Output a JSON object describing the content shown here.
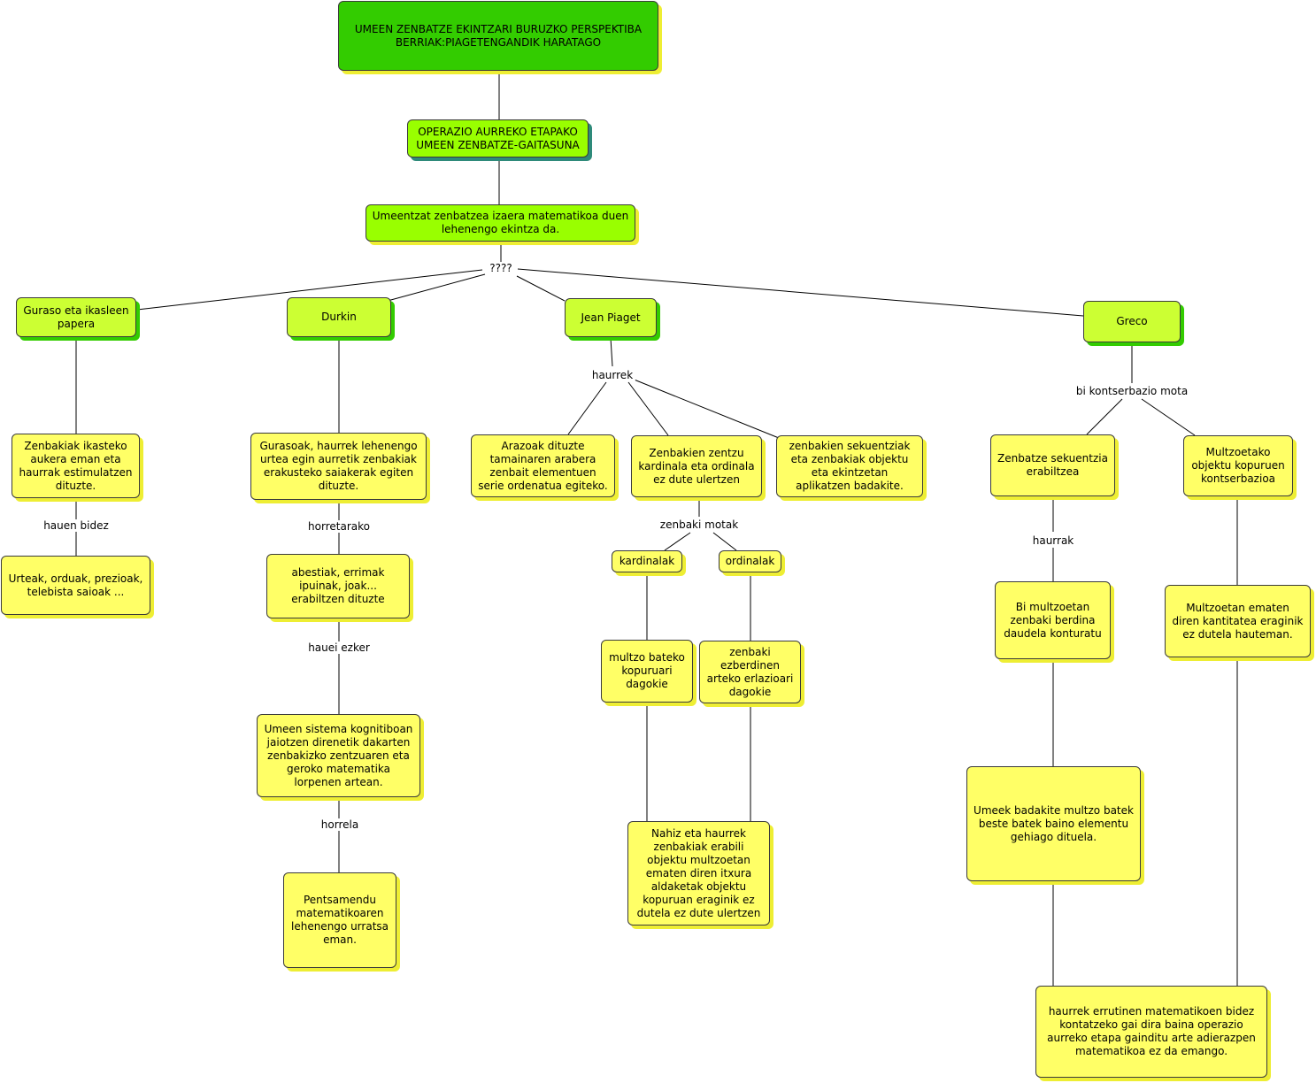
{
  "nodes": {
    "title": "UMEEN ZENBATZE EKINTZARI BURUZKO PERSPEKTIBA BERRIAK:PIAGETENGANDIK HARATAGO",
    "operazio": "OPERAZIO AURREKO ETAPAKO UMEEN ZENBATZE-GAITASUNA",
    "umeentzat": "Umeentzat zenbatzea izaera matematikoa duen lehenengo ekintza da.",
    "guraso": "Guraso eta ikasleen papera",
    "durkin": "Durkin",
    "piaget": "Jean Piaget",
    "greco": "Greco",
    "zenbakiak_ikasteko": "Zenbakiak ikasteko aukera eman eta haurrak estimulatzen dituzte.",
    "urteak": "Urteak, orduak, prezioak, telebista saioak ...",
    "gurasoak": "Gurasoak, haurrek lehenengo urtea egin aurretik zenbakiak erakusteko saiakerak egiten dituzte.",
    "abestiak": "abestiak, errimak ipuinak, joak... erabiltzen dituzte",
    "umeen_sistema": "Umeen sistema kognitiboan jaiotzen direnetik dakarten zenbakizko zentzuaren eta geroko matematika lorpenen artean.",
    "pentsamendu": "Pentsamendu matematikoaren lehenengo urratsa eman.",
    "arazoak": "Arazoak dituzte tamainaren arabera zenbait elementuen serie ordenatua egiteko.",
    "zentzu": "Zenbakien zentzu kardinala eta ordinala ez dute ulertzen",
    "sekuentziak": "zenbakien sekuentziak eta zenbakiak objektu eta ekintzetan aplikatzen badakite.",
    "kardinalak": "kardinalak",
    "ordinalak": "ordinalak",
    "multzo_bateko": "multzo bateko kopuruari dagokie",
    "ezberdinen": "zenbaki ezberdinen arteko erlazioari dagokie",
    "nahiz": "Nahiz eta haurrek zenbakiak erabili objektu multzoetan ematen diren itxura aldaketak objektu kopuruan eraginik ez dutela ez dute ulertzen",
    "zenbatze_sek": "Zenbatze sekuentzia erabiltzea",
    "multzoetako": "Multzoetako objektu kopuruen kontserbazioa",
    "bi_multzoetan": "Bi multzoetan zenbaki berdina daudela konturatu",
    "multzoetan_ematen": "Multzoetan ematen diren kantitatea eraginik ez dutela hauteman.",
    "umeek": "Umeek badakite multzo batek beste batek baino elementu gehiago dituela.",
    "haurrek_errutinen": "haurrek errutinen matematikoen bidez kontatzeko gai dira baina operazio aurreko etapa gainditu arte adierazpen matematikoa ez da emango."
  },
  "links": {
    "question": "????",
    "hauen_bidez": "hauen bidez",
    "horretarako": "horretarako",
    "hauei_ezker": "hauei ezker",
    "horrela": "horrela",
    "haurrek": "haurrek",
    "zenbaki_motak": "zenbaki motak",
    "bi_kontserbazio": "bi kontserbazio mota",
    "haurrak": "haurrak"
  }
}
